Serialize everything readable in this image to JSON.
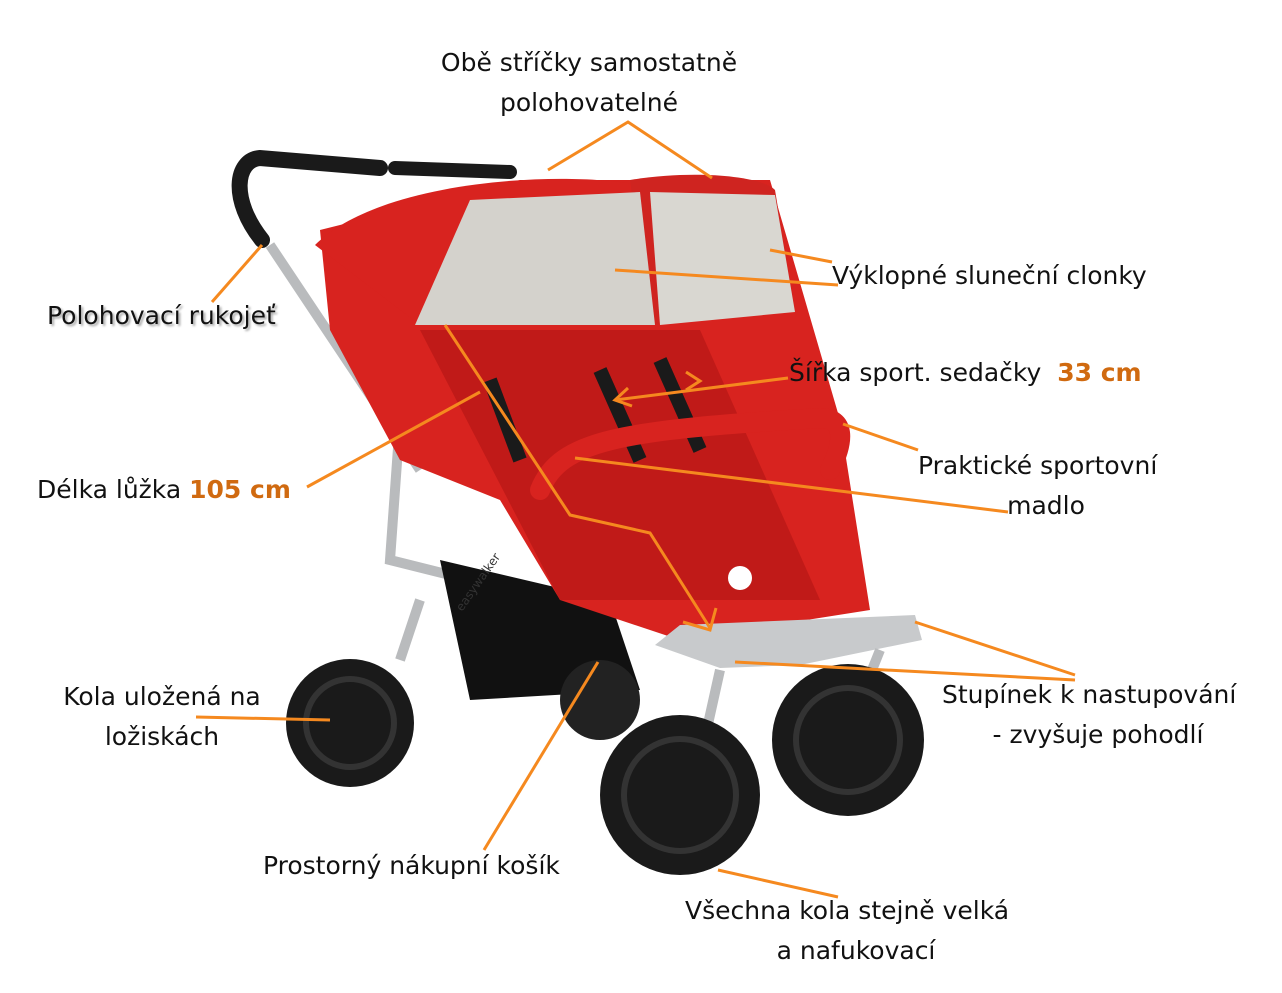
{
  "colors": {
    "accent_line": "#f5891f",
    "highlight_text": "#d06a10",
    "stroller_red": "#d8231f",
    "sunshade": "#d4d2cc",
    "frame": "#b9bbbd",
    "wheel": "#1a1a1a"
  },
  "brand": "easywalker",
  "labels": {
    "canopies_1": "Obě stříčky samostatně",
    "canopies_2": "polohovatelné",
    "handle": "Polohovací rukojeť",
    "sunshade": "Výklopné sluneční clonky",
    "seat_width": "Šířka sport. sedačky",
    "seat_width_value": "33 cm",
    "bumper_1": "Praktické sportovní",
    "bumper_2": "madlo",
    "bed_length": "Délka lůžka",
    "bed_length_value": "105 cm",
    "bearings_1": "Kola uložená na",
    "bearings_2": "ložiskách",
    "footboard_1": "Stupínek k nastupování",
    "footboard_2": "- zvyšuje pohodlí",
    "basket": "Prostorný nákupní košík",
    "wheels_1": "Všechna kola stejně velká",
    "wheels_2": "a nafukovací"
  }
}
